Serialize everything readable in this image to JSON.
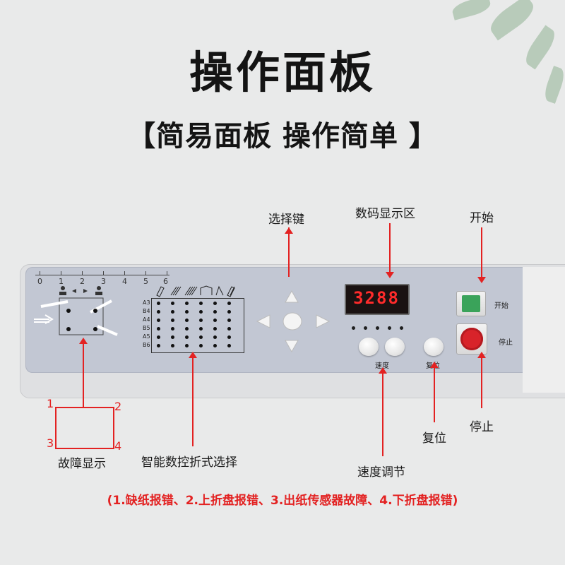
{
  "title": "操作面板",
  "subtitle": "【简易面板 操作简单 】",
  "panel": {
    "scale_ticks": [
      "0",
      "1",
      "2",
      "3",
      "4",
      "5",
      "6"
    ],
    "paper_rows": [
      "A3",
      "B4",
      "A4",
      "B5",
      "A5",
      "B6"
    ],
    "display_value": "3288",
    "start_label": "开始",
    "stop_label": "停止",
    "speed_label": "速度",
    "reset_label": "复位"
  },
  "callouts": {
    "select_keys": "选择键",
    "digital_display": "数码显示区",
    "start": "开始",
    "stop": "停止",
    "reset": "复位",
    "speed_adjust": "速度调节",
    "fold_select": "智能数控折式选择",
    "fault_display": "故障显示",
    "fault_numbers": [
      "1",
      "2",
      "3",
      "4"
    ]
  },
  "footnote": "(1.缺纸报错、2.上折盘报错、3.出纸传感器故障、4.下折盘报错)",
  "colors": {
    "accent_red": "#e32222",
    "panel_blue": "#c2c7d3",
    "start_green": "#3aa35a",
    "stop_red": "#d8232a"
  }
}
